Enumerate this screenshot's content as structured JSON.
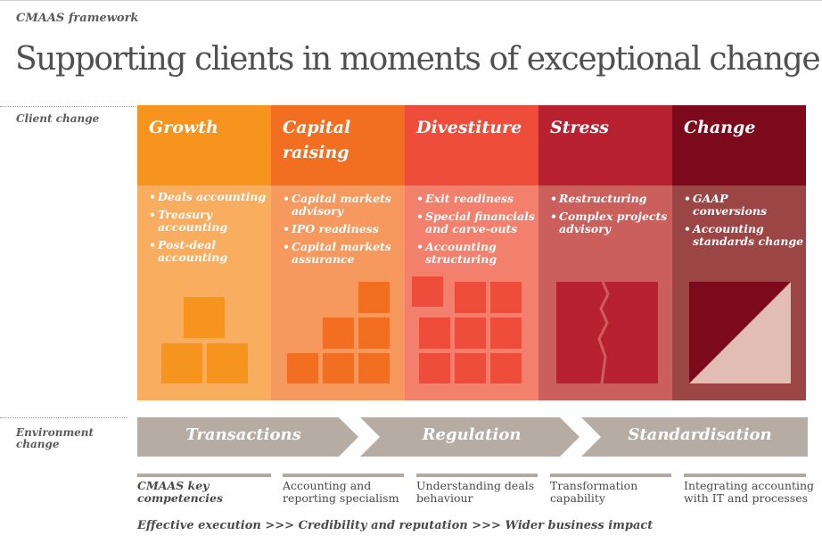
{
  "kicker": "CMAAS framework",
  "title": "Supporting clients in moments of exceptional change",
  "labels": {
    "client_change": "Client change",
    "environment_change": "Environment change"
  },
  "columns": [
    {
      "title": "Growth",
      "bullets": [
        "Deals accounting",
        "Treasury accounting",
        "Post-deal accounting"
      ],
      "head_color": "#f7941d",
      "body_color": "#f9ad5f"
    },
    {
      "title": "Capital raising",
      "bullets": [
        "Capital markets advisory",
        "IPO readiness",
        "Capital markets assurance"
      ],
      "head_color": "#f26f21",
      "body_color": "#f6995e"
    },
    {
      "title": "Divestiture",
      "bullets": [
        "Exit readiness",
        "Special financials and carve-outs",
        "Accounting structuring"
      ],
      "head_color": "#ee4d3c",
      "body_color": "#f2806d"
    },
    {
      "title": "Stress",
      "bullets": [
        "Restructuring",
        "Complex projects advisory"
      ],
      "head_color": "#b8212f",
      "body_color": "#cb5f5c"
    },
    {
      "title": "Change",
      "bullets": [
        "GAAP conversions",
        "Accounting standards change"
      ],
      "head_color": "#7d0a1c",
      "body_color": "#9c4545"
    }
  ],
  "environment": [
    "Transactions",
    "Regulation",
    "Standardisation"
  ],
  "competencies": [
    "CMAAS key competencies",
    "Accounting and reporting specialism",
    "Understanding deals behaviour",
    "Transformation capability",
    "Integrating accounting with IT and processes"
  ],
  "footer": "Effective execution >>> Credibility and reputation >>> Wider business impact",
  "colors": {
    "chevron": "#b7aca3",
    "competency_bar": "#b3a89f",
    "text": "#4a4a4a"
  }
}
